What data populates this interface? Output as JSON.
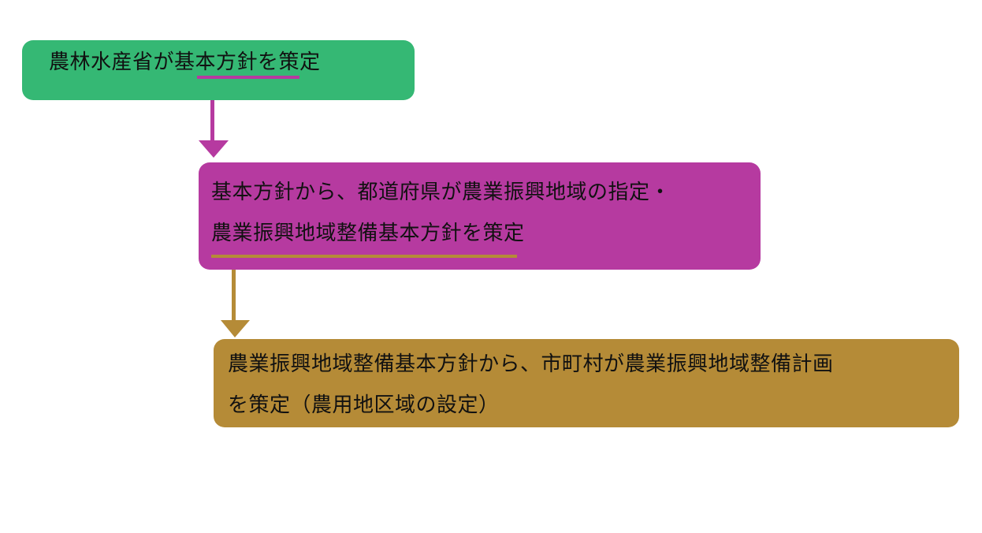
{
  "colors": {
    "step1_fill": "#35b874",
    "step2_fill": "#b63aa0",
    "step3_fill": "#b58b37",
    "arrow1": "#b63aa0",
    "arrow2": "#b58b37"
  },
  "steps": [
    {
      "lines": [
        "農林水産省が基本方針を策定"
      ]
    },
    {
      "lines": [
        "基本方針から、都道府県が農業振興地域の指定・",
        "農業振興地域整備基本方針を策定"
      ]
    },
    {
      "lines": [
        "農業振興地域整備基本方針から、市町村が農業振興地域整備計画",
        "を策定（農用地区域の設定）"
      ]
    }
  ]
}
